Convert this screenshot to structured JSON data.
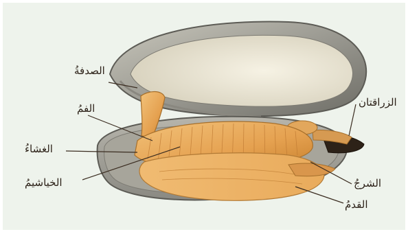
{
  "labels": {
    "shell": "الصدفةُ",
    "mouth": "الفمُ",
    "mantle": "الغشاءُ",
    "gills": "الخياشيمُ",
    "siphons": "الزراقتان",
    "hinge": "الشرجُ",
    "foot": "القدمُ"
  },
  "colors": {
    "background": "#eef3ec",
    "shell_outer": "#8f8f88",
    "shell_inner": "#ede8d6",
    "flesh": "#e8a957",
    "flesh_dark": "#c9822f",
    "leader_line": "#3a2c20"
  }
}
